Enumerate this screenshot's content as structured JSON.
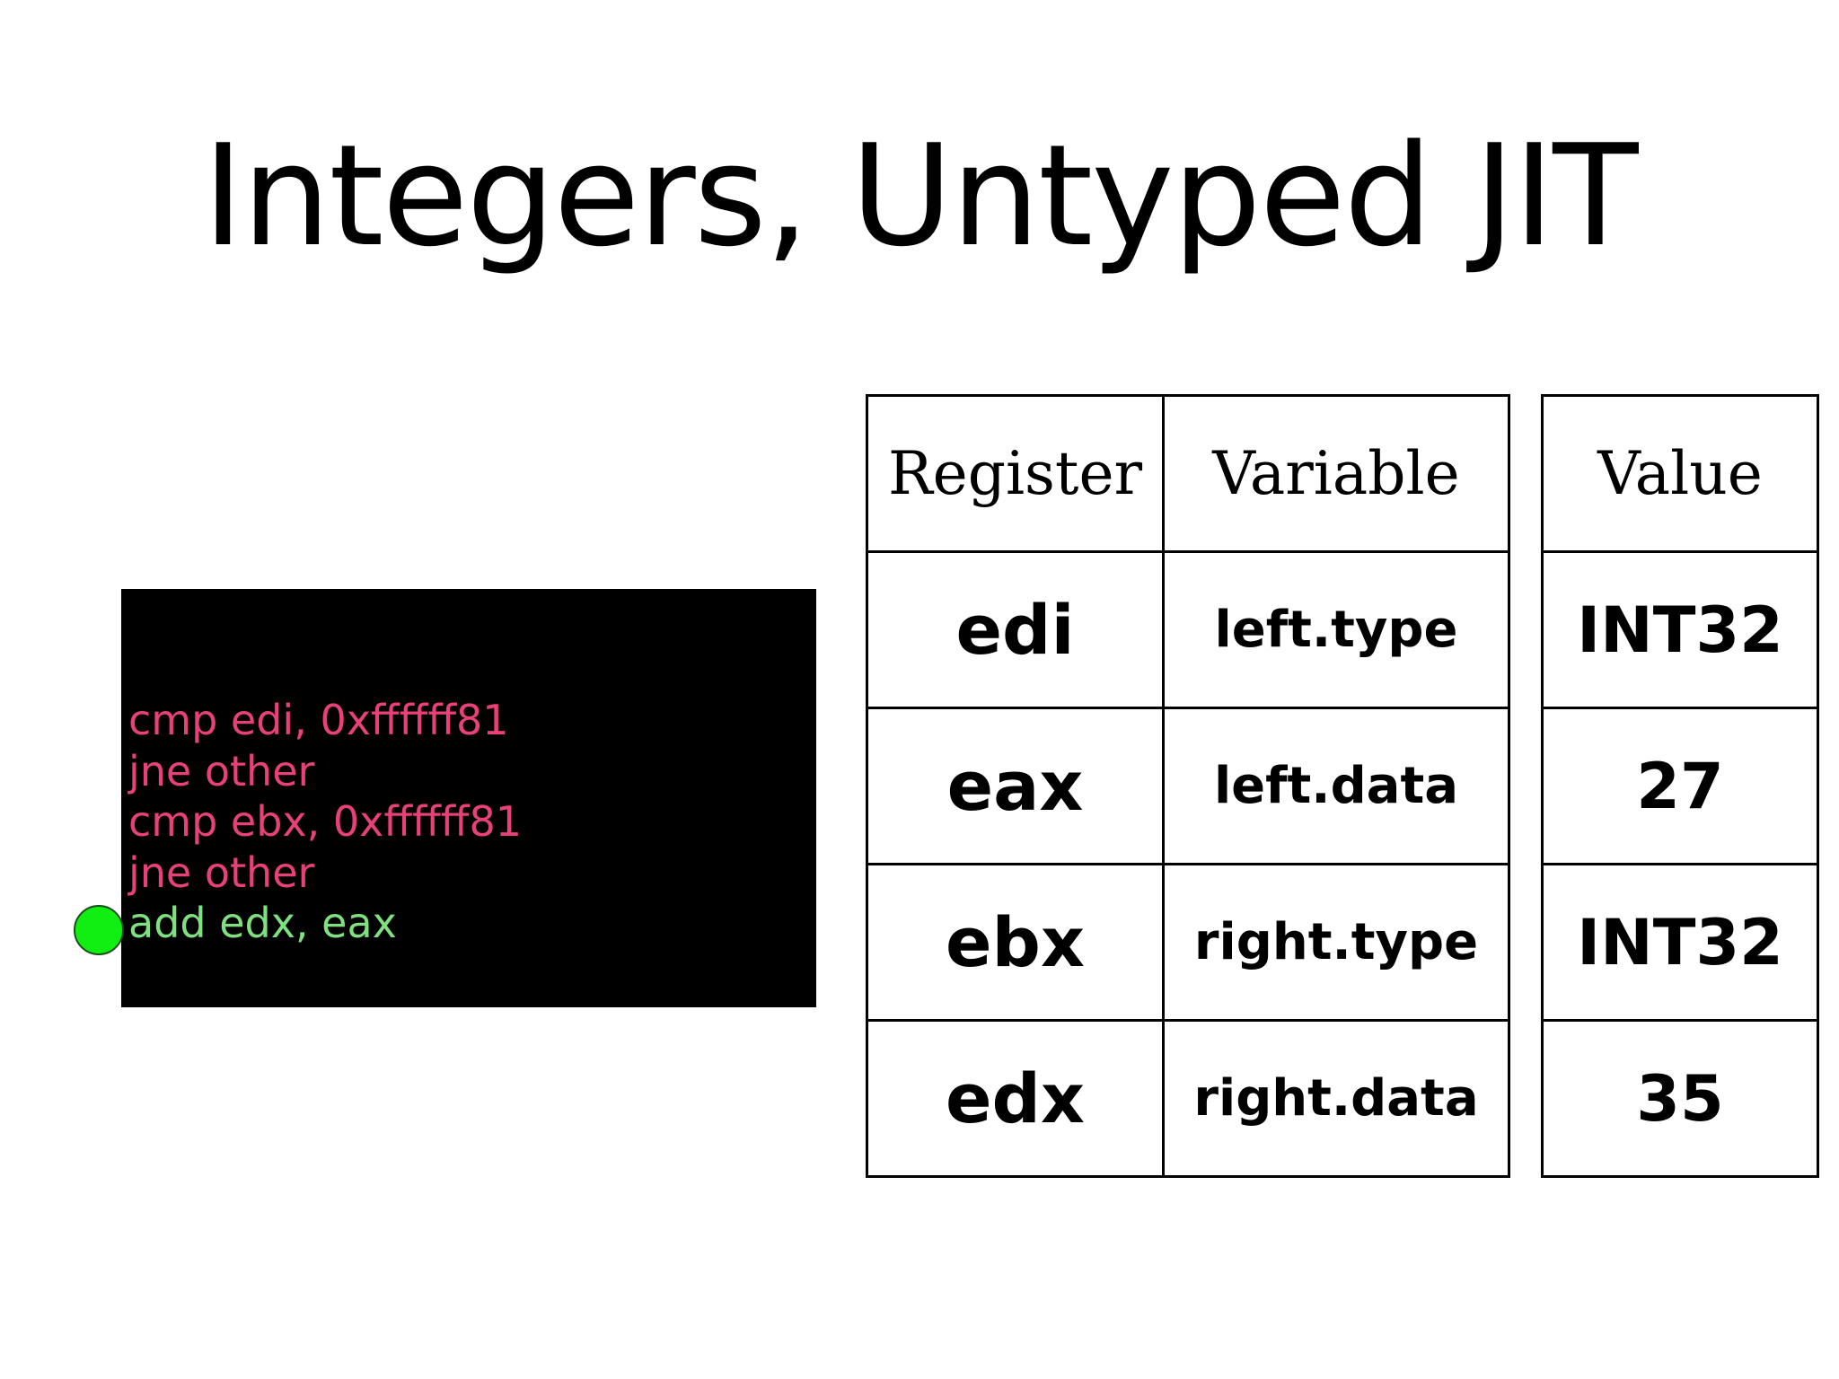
{
  "title": "Integers, Untyped JIT",
  "code": {
    "lines": [
      {
        "text": "cmp edi, 0xffffff81",
        "color": "#e8407a"
      },
      {
        "text": "jne other",
        "color": "#e8407a"
      },
      {
        "text": "cmp ebx, 0xffffff81",
        "color": "#e8407a"
      },
      {
        "text": "jne other",
        "color": "#e8407a"
      },
      {
        "text": "add edx, eax",
        "color": "#7ee07e"
      }
    ],
    "background": "#000000"
  },
  "marker": {
    "color": "#11ee11",
    "current_line": 5
  },
  "register_table": {
    "headers": [
      "Register",
      "Variable"
    ],
    "rows": [
      {
        "register": "edi",
        "variable": "left.type"
      },
      {
        "register": "eax",
        "variable": "left.data"
      },
      {
        "register": "ebx",
        "variable": "right.type"
      },
      {
        "register": "edx",
        "variable": "right.data"
      }
    ]
  },
  "value_table": {
    "header": "Value",
    "values": [
      "INT32",
      "27",
      "INT32",
      "35"
    ]
  }
}
